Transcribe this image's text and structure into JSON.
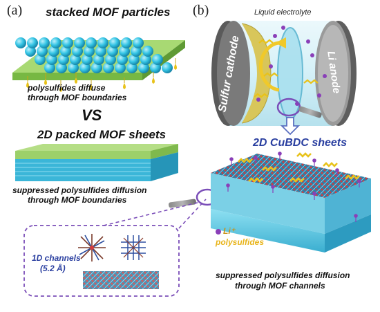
{
  "panel_a": {
    "label": "(a)",
    "stacked_title": "stacked MOF particles",
    "diffuse_line1": "polysulfides diffuse",
    "diffuse_line2": "through MOF boundaries",
    "vs": "VS",
    "sheets_title": "2D packed MOF sheets",
    "suppressed_line1": "suppressed polysulfides diffusion",
    "suppressed_line2": "through MOF boundaries",
    "channels_line1": "1D channels",
    "channels_line2": "(5.2 Å)"
  },
  "panel_b": {
    "label": "(b)",
    "electrolyte": "Liquid electrolyte",
    "cathode": "Sulfur cathode",
    "anode": "Li anode",
    "sheets_title": "2D CuBDC sheets",
    "legend_li": "Li⁺",
    "legend_ps": "polysulfides",
    "caption_line1": "suppressed polysulfides diffusion",
    "caption_line2": "through MOF channels"
  },
  "colors": {
    "mof_cyan": "#36c6e6",
    "sheet_green": "#a8d86a",
    "polysulfide_yellow": "#e8c21a",
    "li_purple": "#8a3fb8",
    "title_blue": "#2a3fa0",
    "dashed_purple": "#7a4db8"
  }
}
